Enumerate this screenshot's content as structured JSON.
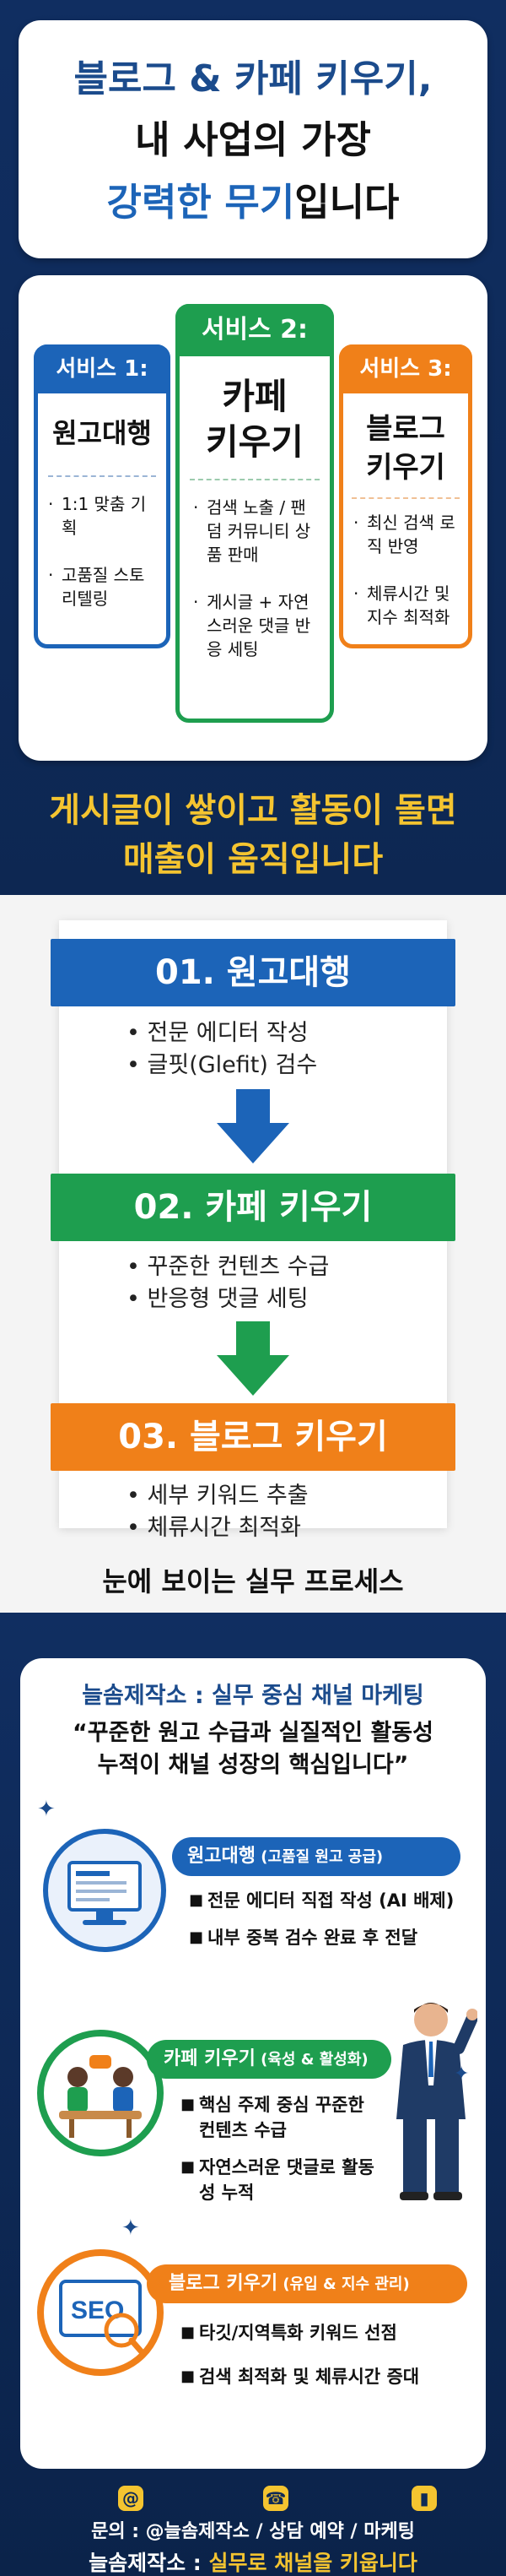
{
  "hero": {
    "line1": "블로그 & 카페 키우기,",
    "line2": "내 사업의 가장",
    "line3a": "강력한 ",
    "line3b": "무기",
    "line3c": "입니다"
  },
  "services": [
    {
      "head": "서비스 1:",
      "title": "원고대행",
      "items": [
        "1:1 맞춤 기획",
        "고품질 스토리텔링"
      ],
      "color": "#1c64b8"
    },
    {
      "head": "서비스 2:",
      "title_l1": "카페",
      "title_l2": "키우기",
      "items": [
        "검색 노출 / 팬덤 커뮤니티 상품 판매",
        "게시글 + 자연스러운 댓글 반응 세팅"
      ],
      "color": "#1e9e4f"
    },
    {
      "head": "서비스 3:",
      "title_l1": "블로그",
      "title_l2": "키우기",
      "items": [
        "최신 검색 로직 반영",
        "체류시간 및 지수 최적화"
      ],
      "color": "#f08019"
    }
  ],
  "slogan": {
    "line1": "게시글이 쌓이고 활동이 돌면",
    "line2": "매출이 움직입니다"
  },
  "process": {
    "steps": [
      {
        "label": "01. 원고대행",
        "bullets": [
          "전문 에디터 작성",
          "글핏(Glefit) 검수"
        ],
        "color": "#1c64b8"
      },
      {
        "label": "02. 카페 키우기",
        "bullets": [
          "꾸준한 컨텐츠 수급",
          "반응형 댓글 세팅"
        ],
        "color": "#1e9e4f"
      },
      {
        "label": "03. 블로그 키우기",
        "bullets": [
          "세부 키워드 추출",
          "체류시간 최적화"
        ],
        "color": "#f08019"
      }
    ],
    "caption": "눈에 보이는 실무 프로세스"
  },
  "marketing": {
    "title": "늘솜제작소 : 실무 중심 채널 마케팅",
    "quote1": "“꾸준한 원고 수급과 실질적인 활동성",
    "quote2": "누적이 채널 성장의 핵심입니다”",
    "blocks": [
      {
        "pill": "원고대행",
        "sub": " (고품질 원고 공급)",
        "items": [
          "전문 에디터 직접 작성 (AI 배제)",
          "내부 중복 검수 완료 후 전달"
        ],
        "color": "#1c64b8"
      },
      {
        "pill": "카페 키우기",
        "sub": " (육성 & 활성화)",
        "items": [
          "핵심 주제 중심 꾸준한 컨텐츠 수급",
          "자연스러운 댓글로 활동성 누적"
        ],
        "color": "#1e9e4f"
      },
      {
        "pill": "블로그 키우기",
        "sub": " (유입 & 지수 관리)",
        "items": [
          "타깃/지역특화 키워드 선점",
          "검색 최적화 및 체류시간 증대"
        ],
        "color": "#f08019"
      }
    ],
    "seo_text": "SEO"
  },
  "footer": {
    "contact": "문의 : @늘솜제작소  /  상담 예약  /  마케팅",
    "brand": "늘솜제작소 : ",
    "tagline": "실무로 채널을 키웁니다"
  },
  "colors": {
    "navy": "#0f2a57",
    "blue": "#1c64b8",
    "green": "#1e9e4f",
    "orange": "#f08019",
    "yellow": "#f4c430"
  }
}
